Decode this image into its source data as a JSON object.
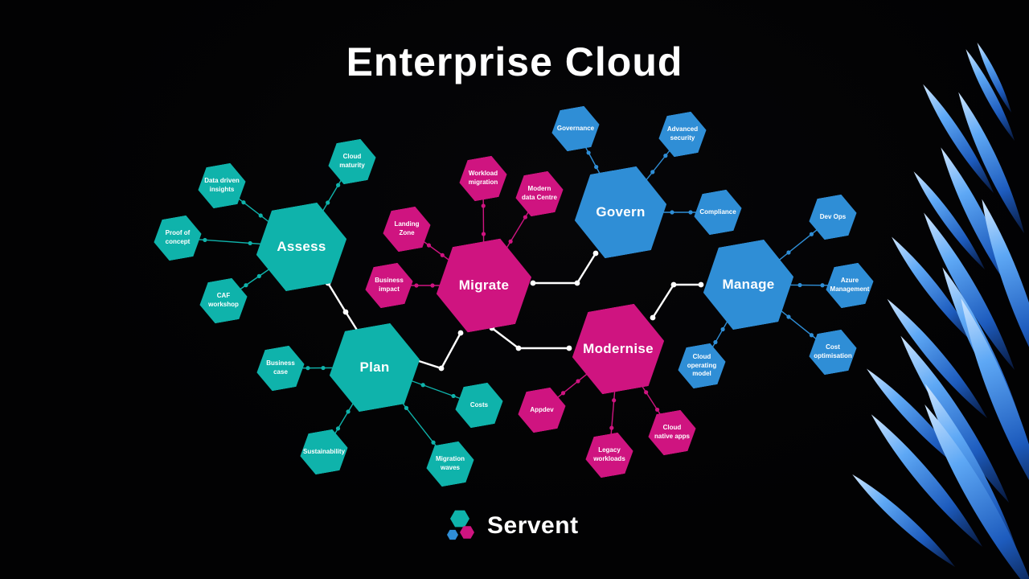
{
  "title": "Enterprise Cloud",
  "logo": {
    "text": "Servent"
  },
  "colors": {
    "background": "#020203",
    "teal": "#0fb3ab",
    "pink": "#cf1480",
    "blue": "#2f8ed6",
    "white": "#ffffff",
    "spike_blue": "#2f7fe0"
  },
  "diagram": {
    "main_nodes": [
      {
        "id": "assess",
        "label": "Assess",
        "color": "teal"
      },
      {
        "id": "plan",
        "label": "Plan",
        "color": "teal"
      },
      {
        "id": "migrate",
        "label": "Migrate",
        "color": "pink"
      },
      {
        "id": "modernise",
        "label": "Modernise",
        "color": "pink"
      },
      {
        "id": "govern",
        "label": "Govern",
        "color": "blue"
      },
      {
        "id": "manage",
        "label": "Manage",
        "color": "blue"
      }
    ],
    "satellites": [
      {
        "id": "cloud-maturity",
        "label": "Cloud maturity",
        "parent": "assess"
      },
      {
        "id": "data-driven-insights",
        "label": "Data driven insights",
        "parent": "assess"
      },
      {
        "id": "proof-of-concept",
        "label": "Proof of concept",
        "parent": "assess"
      },
      {
        "id": "caf-workshop",
        "label": "CAF workshop",
        "parent": "assess"
      },
      {
        "id": "business-case",
        "label": "Business case",
        "parent": "plan"
      },
      {
        "id": "sustainability",
        "label": "Sustainability",
        "parent": "plan"
      },
      {
        "id": "migration-waves",
        "label": "Migration waves",
        "parent": "plan"
      },
      {
        "id": "costs",
        "label": "Costs",
        "parent": "plan"
      },
      {
        "id": "workload-migration",
        "label": "Workload migration",
        "parent": "migrate"
      },
      {
        "id": "modern-data-centre",
        "label": "Modern data Centre",
        "parent": "migrate"
      },
      {
        "id": "landing-zone",
        "label": "Landing Zone",
        "parent": "migrate"
      },
      {
        "id": "business-impact",
        "label": "Business impact",
        "parent": "migrate"
      },
      {
        "id": "appdev",
        "label": "Appdev",
        "parent": "modernise"
      },
      {
        "id": "legacy-workloads",
        "label": "Legacy workloads",
        "parent": "modernise"
      },
      {
        "id": "cloud-native-apps",
        "label": "Cloud native apps",
        "parent": "modernise"
      },
      {
        "id": "governance",
        "label": "Governance",
        "parent": "govern"
      },
      {
        "id": "advanced-security",
        "label": "Advanced security",
        "parent": "govern"
      },
      {
        "id": "compliance",
        "label": "Compliance",
        "parent": "govern"
      },
      {
        "id": "dev-ops",
        "label": "Dev Ops",
        "parent": "manage"
      },
      {
        "id": "azure-management",
        "label": "Azure Management",
        "parent": "manage"
      },
      {
        "id": "cost-optimisation",
        "label": "Cost optimisation",
        "parent": "manage"
      },
      {
        "id": "cloud-operating-model",
        "label": "Cloud operating model",
        "parent": "manage"
      }
    ]
  }
}
